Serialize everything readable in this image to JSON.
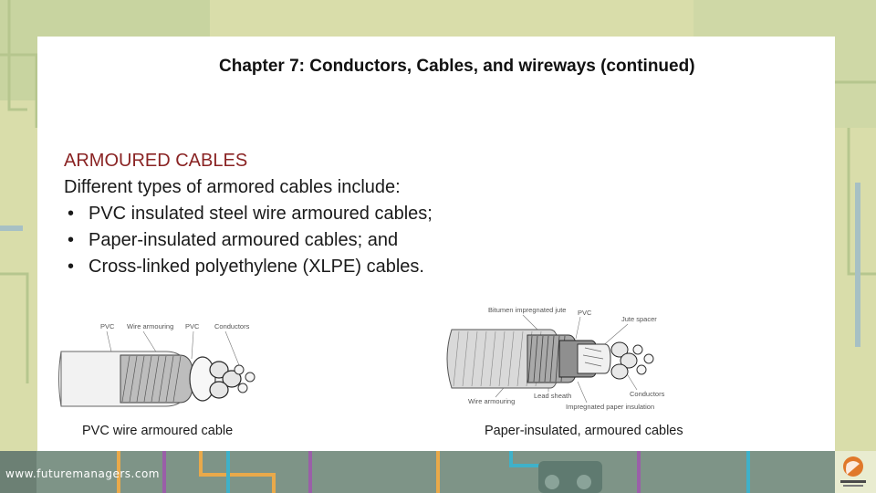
{
  "slide": {
    "title": "Chapter 7: Conductors, Cables, and wireways (continued)",
    "heading": "ARMOURED CABLES",
    "intro": "Different types of armored cables include:",
    "bullets": [
      "PVC insulated steel wire armoured cables;",
      "Paper-insulated armoured cables; and",
      "Cross-linked polyethylene (XLPE) cables."
    ],
    "bullet_glyph": "•"
  },
  "figures": {
    "left": {
      "caption": "PVC wire armoured cable",
      "labels": {
        "pvc_outer": "PVC",
        "wire_armouring": "Wire armouring",
        "pvc_inner": "PVC",
        "conductors": "Conductors"
      }
    },
    "right": {
      "caption": "Paper-insulated, armoured cables",
      "labels": {
        "bitumen": "Bitumen impregnated jute",
        "pvc": "PVC",
        "jute_spacer": "Jute spacer",
        "wire_armouring": "Wire armouring",
        "lead_sheath": "Lead sheath",
        "conductors": "Conductors",
        "impregnated_paper": "Impregnated paper insulation"
      }
    }
  },
  "footer": {
    "url": "www.futuremanagers.com"
  },
  "colors": {
    "heading": "#8a2424",
    "background": "#d7dca6",
    "accent_orange": "#e0782a"
  }
}
